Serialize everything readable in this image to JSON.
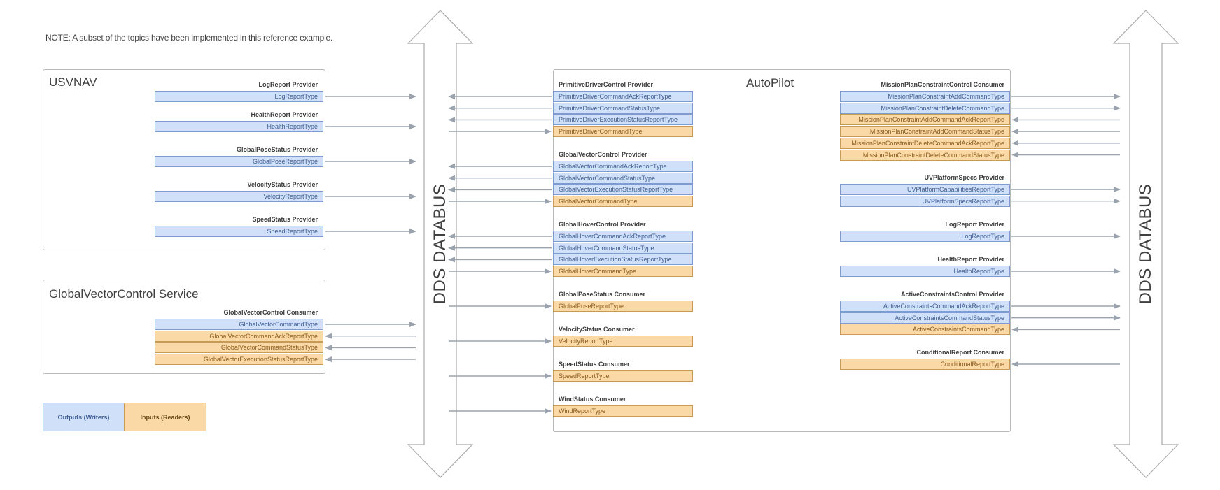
{
  "note": "NOTE: A subset of the topics have been implemented in this reference example.",
  "bus_label": "DDS DATABUS",
  "usvnav": {
    "title": "USVNAV",
    "groups": [
      {
        "name": "LogReport Provider",
        "rows": [
          {
            "label": "LogReportType",
            "kind": "out"
          }
        ]
      },
      {
        "name": "HealthReport Provider",
        "rows": [
          {
            "label": "HealthReportType",
            "kind": "out"
          }
        ]
      },
      {
        "name": "GlobalPoseStatus Provider",
        "rows": [
          {
            "label": "GlobalPoseReportType",
            "kind": "out"
          }
        ]
      },
      {
        "name": "VelocityStatus Provider",
        "rows": [
          {
            "label": "VelocityReportType",
            "kind": "out"
          }
        ]
      },
      {
        "name": "SpeedStatus Provider",
        "rows": [
          {
            "label": "SpeedReportType",
            "kind": "out"
          }
        ]
      }
    ]
  },
  "gvc_service": {
    "title": "GlobalVectorControl Service",
    "groups": [
      {
        "name": "GlobalVectorControl Consumer",
        "rows": [
          {
            "label": "GlobalVectorCommandType",
            "kind": "out"
          },
          {
            "label": "GlobalVectorCommandAckReportType",
            "kind": "in"
          },
          {
            "label": "GlobalVectorCommandStatusType",
            "kind": "in"
          },
          {
            "label": "GlobalVectorExecutionStatusReportType",
            "kind": "in"
          }
        ]
      }
    ]
  },
  "legend": {
    "outputs": "Outputs (Writers)",
    "inputs": "Inputs (Readers)"
  },
  "autopilot": {
    "title": "AutoPilot",
    "left_groups": [
      {
        "name": "PrimitiveDriverControl Provider",
        "rows": [
          {
            "label": "PrimitiveDriverCommandAckReportType",
            "kind": "out"
          },
          {
            "label": "PrimitiveDriverCommandStatusType",
            "kind": "out"
          },
          {
            "label": "PrimitiveDriverExecutionStatusReportType",
            "kind": "out"
          },
          {
            "label": "PrimitiveDriverCommandType",
            "kind": "in"
          }
        ]
      },
      {
        "name": "GlobalVectorControl Provider",
        "rows": [
          {
            "label": "GlobalVectorCommandAckReportType",
            "kind": "out"
          },
          {
            "label": "GlobalVectorCommandStatusType",
            "kind": "out"
          },
          {
            "label": "GlobalVectorExecutionStatusReportType",
            "kind": "out"
          },
          {
            "label": "GlobalVectorCommandType",
            "kind": "in"
          }
        ]
      },
      {
        "name": "GlobalHoverControl Provider",
        "rows": [
          {
            "label": "GlobalHoverCommandAckReportType",
            "kind": "out"
          },
          {
            "label": "GlobalHoverCommandStatusType",
            "kind": "out"
          },
          {
            "label": "GlobalHoverExecutionStatusReportType",
            "kind": "out"
          },
          {
            "label": "GlobalHoverCommandType",
            "kind": "in"
          }
        ]
      },
      {
        "name": "GlobalPoseStatus Consumer",
        "rows": [
          {
            "label": "GlobalPoseReportType",
            "kind": "in"
          }
        ]
      },
      {
        "name": "VelocityStatus Consumer",
        "rows": [
          {
            "label": "VelocityReportType",
            "kind": "in"
          }
        ]
      },
      {
        "name": "SpeedStatus Consumer",
        "rows": [
          {
            "label": "SpeedReportType",
            "kind": "in"
          }
        ]
      },
      {
        "name": "WindStatus Consumer",
        "rows": [
          {
            "label": "WindReportType",
            "kind": "in"
          }
        ]
      }
    ],
    "right_groups": [
      {
        "name": "MissionPlanConstraintControl Consumer",
        "rows": [
          {
            "label": "MissionPlanConstraintAddCommandType",
            "kind": "out"
          },
          {
            "label": "MissionPlanConstraintDeleteCommandType",
            "kind": "out"
          },
          {
            "label": "MissionPlanConstraintAddCommandAckReportType",
            "kind": "in"
          },
          {
            "label": "MissionPlanConstraintAddCommandStatusType",
            "kind": "in"
          },
          {
            "label": "MissionPlanConstraintDeleteCommandAckReportType",
            "kind": "in"
          },
          {
            "label": "MissionPlanConstraintDeleteCommandStatusType",
            "kind": "in"
          }
        ]
      },
      {
        "name": "UVPlatformSpecs Provider",
        "rows": [
          {
            "label": "UVPlatformCapabilitiesReportType",
            "kind": "out"
          },
          {
            "label": "UVPlatformSpecsReportType",
            "kind": "out"
          }
        ]
      },
      {
        "name": "LogReport Provider",
        "rows": [
          {
            "label": "LogReportType",
            "kind": "out"
          }
        ]
      },
      {
        "name": "HealthReport Provider",
        "rows": [
          {
            "label": "HealthReportType",
            "kind": "out"
          }
        ]
      },
      {
        "name": "ActiveConstraintsControl Provider",
        "rows": [
          {
            "label": "ActiveConstraintsCommandAckReportType",
            "kind": "out"
          },
          {
            "label": "ActiveConstraintsCommandStatusType",
            "kind": "out"
          },
          {
            "label": "ActiveConstraintsCommandType",
            "kind": "in"
          }
        ]
      },
      {
        "name": "ConditionalReport Consumer",
        "rows": [
          {
            "label": "ConditionalReportType",
            "kind": "in"
          }
        ]
      }
    ]
  },
  "colors": {
    "output_fill": "#cfe0f8",
    "input_fill": "#fbd9a6",
    "arrow": "#9aa3ad",
    "bus": "#ffffff"
  }
}
